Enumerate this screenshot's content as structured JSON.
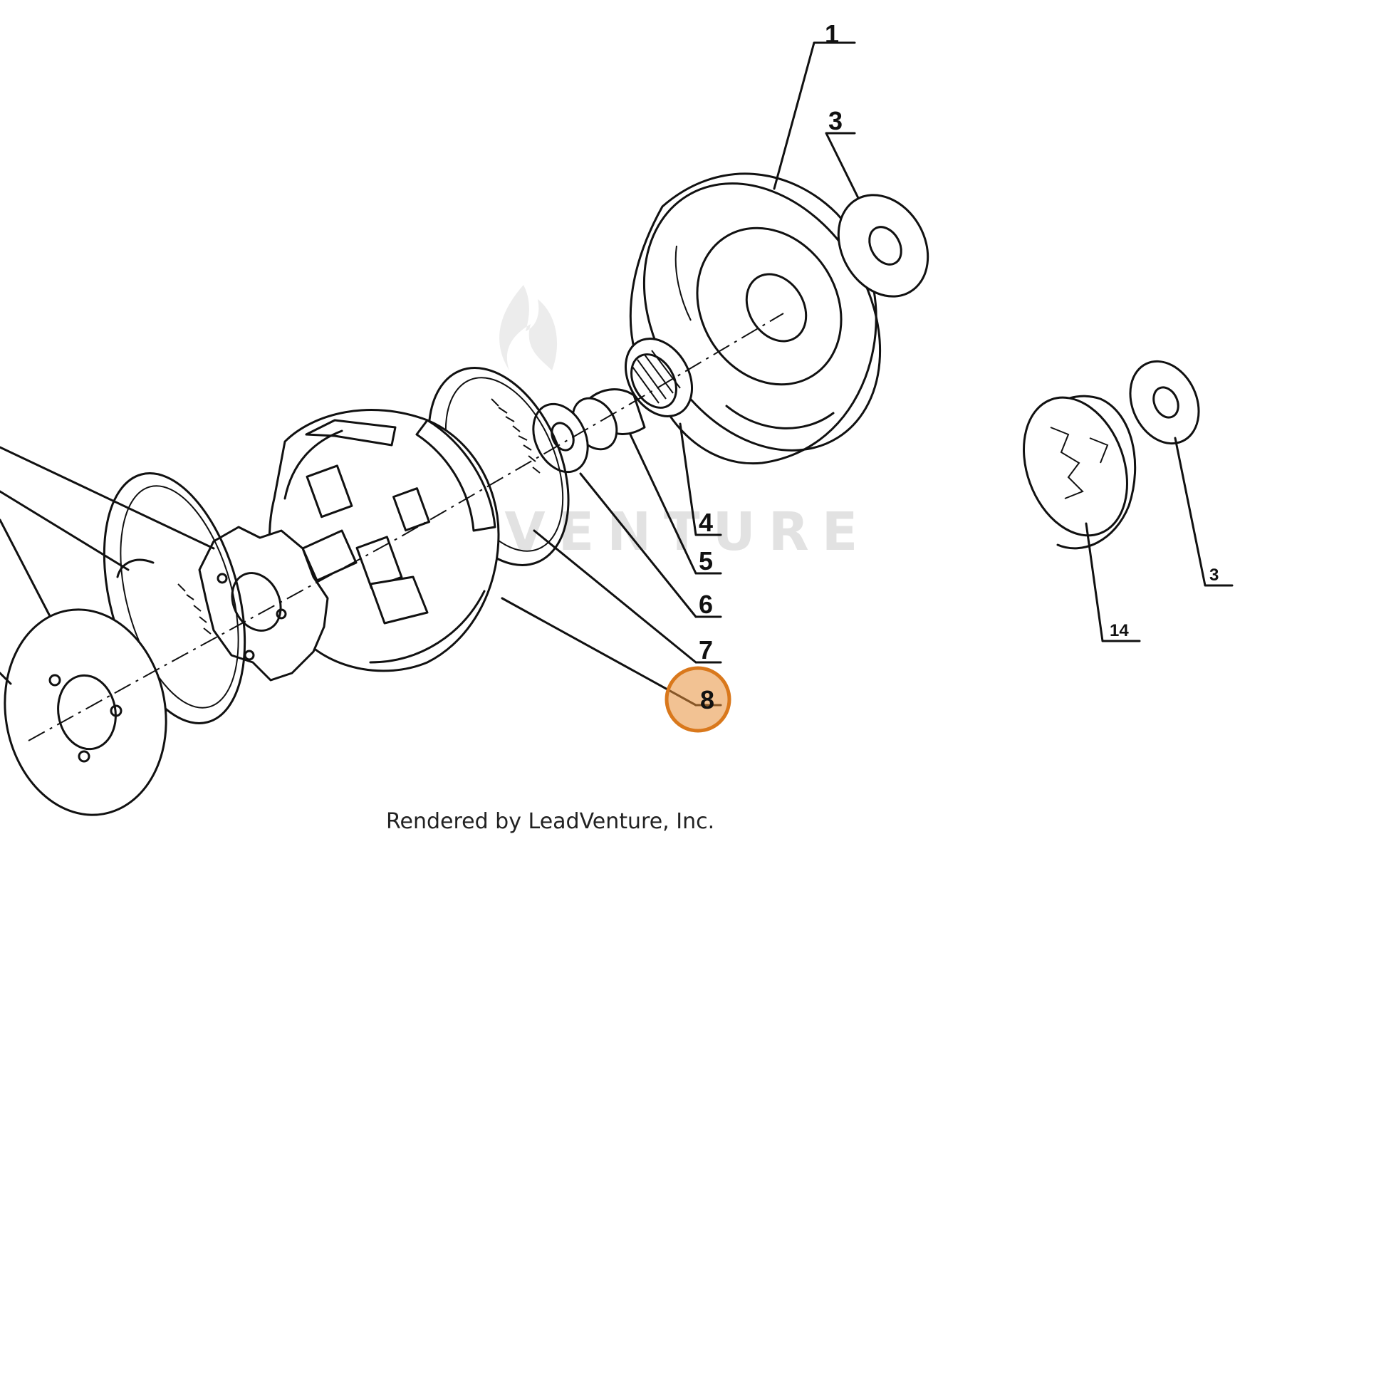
{
  "callouts": [
    {
      "id": "1",
      "label": "1"
    },
    {
      "id": "3a",
      "label": "3"
    },
    {
      "id": "4",
      "label": "4"
    },
    {
      "id": "5",
      "label": "5"
    },
    {
      "id": "6",
      "label": "6"
    },
    {
      "id": "7",
      "label": "7"
    },
    {
      "id": "8",
      "label": "8",
      "highlighted": true
    },
    {
      "id": "14",
      "label": "14"
    },
    {
      "id": "3b",
      "label": "3"
    }
  ],
  "watermark": "LEADVENTURE",
  "credit": "Rendered by LeadVenture, Inc.",
  "colors": {
    "line": "#111111",
    "highlight": "#e8903a",
    "watermark": "#e6e6e6"
  }
}
